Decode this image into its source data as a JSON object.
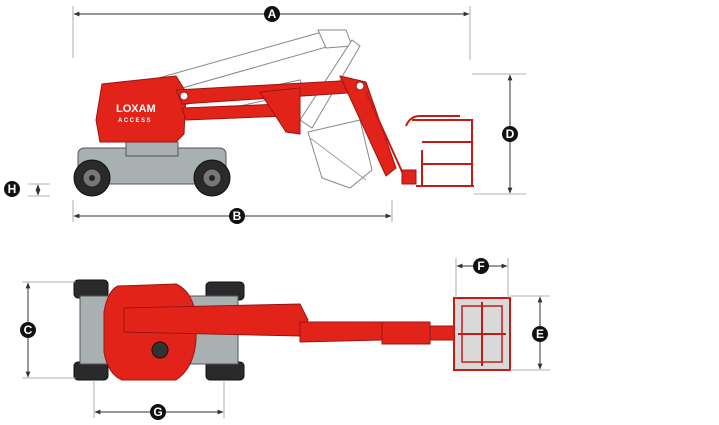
{
  "brand": {
    "logo_main": "LOXAM",
    "logo_sub": "ACCESS"
  },
  "dimensions": [
    {
      "id": "A",
      "label": "A"
    },
    {
      "id": "B",
      "label": "B"
    },
    {
      "id": "C",
      "label": "C"
    },
    {
      "id": "D",
      "label": "D"
    },
    {
      "id": "E",
      "label": "E"
    },
    {
      "id": "F",
      "label": "F"
    },
    {
      "id": "G",
      "label": "G"
    },
    {
      "id": "H",
      "label": "H"
    }
  ],
  "colors": {
    "machine_red": "#e2231a",
    "chassis_grey": "#a9b0b1",
    "tire_dark": "#2a2a2a",
    "dimension_line": "#333333"
  }
}
